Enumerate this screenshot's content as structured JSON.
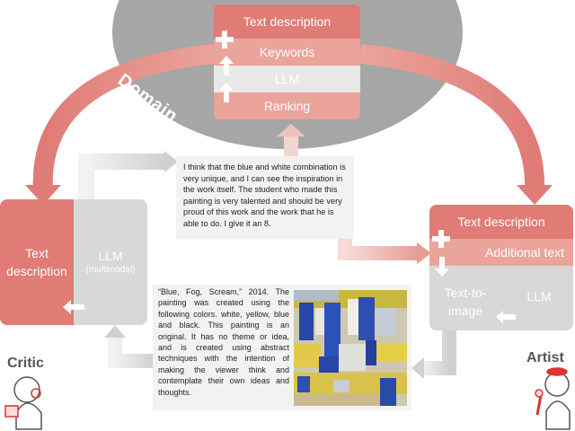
{
  "domain": {
    "label": "Domain",
    "title": "Text description",
    "items": [
      "Keywords",
      "LLM",
      "Ranking"
    ]
  },
  "critic": {
    "role": "Critic",
    "text_label": "Text description",
    "llm_label": "LLM",
    "llm_sub": "(multimodal)"
  },
  "artist": {
    "role": "Artist",
    "title": "Text description",
    "additional": "Additional text",
    "tti": "Text-to-image",
    "llm": "LLM"
  },
  "critique_text": "I think that the blue and white combination is very unique, and I can see the inspiration in the work itself. The student who made this painting is very talented and should be very proud of this work and the work that he is able to do. I give it an 8.",
  "artist_text": "“Blue, Fog, Scream,” 2014. The painting was created using the following colors. white, yellow, blue and black. This painting is an original. It has no theme or idea, and is created using abstract techniques with the intention of making the viewer think and contemplate their own ideas and thoughts.",
  "colors": {
    "accent": "#e07b76",
    "accent_light": "#eaa49a",
    "gray": "#d8d8d8",
    "ellipse": "#a6a6a6"
  }
}
